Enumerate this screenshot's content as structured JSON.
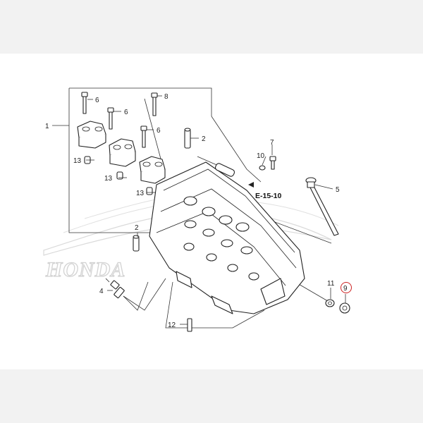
{
  "watermark": {
    "text": "HONDA"
  },
  "reference": {
    "label": "E-15-10"
  },
  "callouts": [
    {
      "id": "c1",
      "number": "1"
    },
    {
      "id": "c2a",
      "number": "2"
    },
    {
      "id": "c2b",
      "number": "2"
    },
    {
      "id": "c4",
      "number": "4"
    },
    {
      "id": "c5",
      "number": "5"
    },
    {
      "id": "c6a",
      "number": "6"
    },
    {
      "id": "c6b",
      "number": "6"
    },
    {
      "id": "c6c",
      "number": "6"
    },
    {
      "id": "c7",
      "number": "7"
    },
    {
      "id": "c8",
      "number": "8"
    },
    {
      "id": "c9",
      "number": "9",
      "highlighted": true,
      "highlight_color": "#cc2222"
    },
    {
      "id": "c10",
      "number": "10"
    },
    {
      "id": "c11",
      "number": "11"
    },
    {
      "id": "c12",
      "number": "12"
    },
    {
      "id": "c13a",
      "number": "13"
    },
    {
      "id": "c13b",
      "number": "13"
    },
    {
      "id": "c13c",
      "number": "13"
    }
  ]
}
